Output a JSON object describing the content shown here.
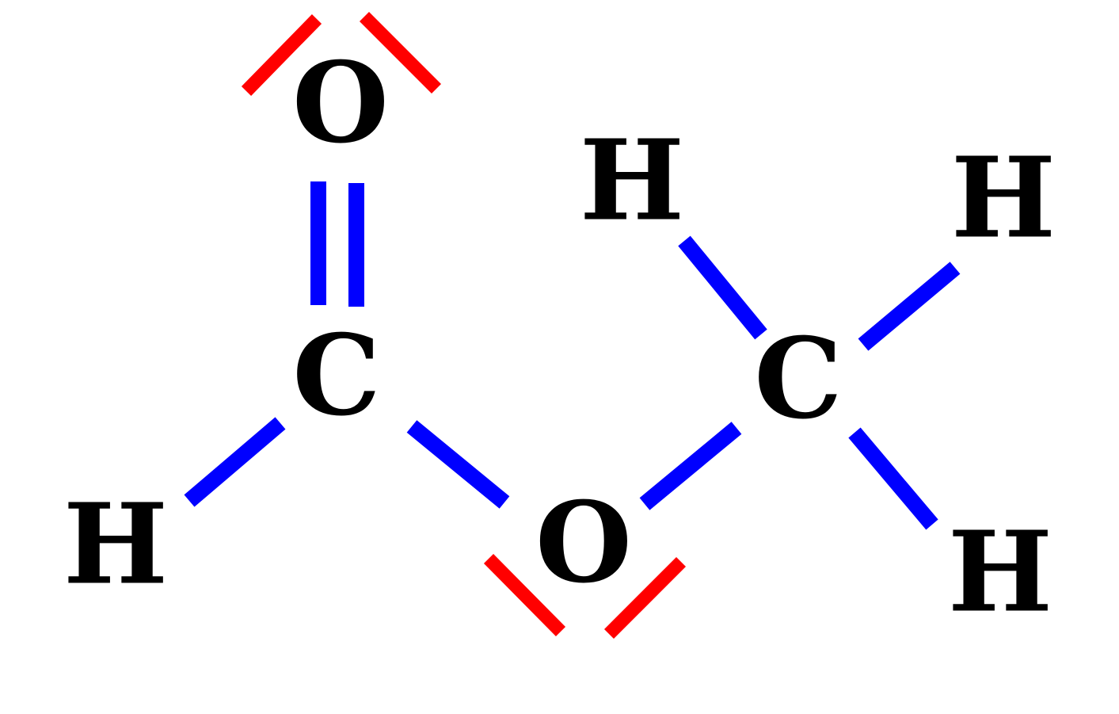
{
  "diagram": {
    "atoms": {
      "o_carbonyl": "O",
      "c_carbonyl": "C",
      "h_formyl": "H",
      "o_ester": "O",
      "c_methyl": "C",
      "h_methyl_1": "H",
      "h_methyl_2": "H",
      "h_methyl_3": "H"
    },
    "bond_color": "#0000ff",
    "lone_pair_color": "#ff0000",
    "atom_color": "#000000"
  }
}
